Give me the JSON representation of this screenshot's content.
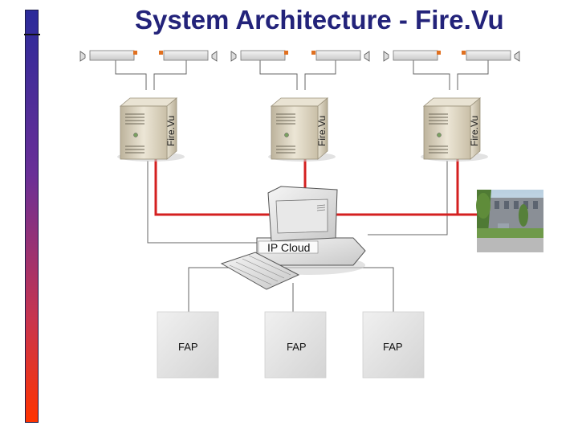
{
  "slide": {
    "title": "System Architecture - Fire.Vu",
    "colors": {
      "title": "#23237a",
      "network_line": "#d42020",
      "connector_line": "#666666",
      "server_case": "#d9cfb8",
      "fap_box": "#e6e6e6"
    }
  },
  "servers": [
    {
      "label": "Fire.Vu",
      "icon": "server-tower-icon"
    },
    {
      "label": "Fire.Vu",
      "icon": "server-tower-icon"
    },
    {
      "label": "Fire.Vu",
      "icon": "server-tower-icon"
    }
  ],
  "cameras": [
    {
      "icon": "cctv-camera-icon"
    },
    {
      "icon": "cctv-camera-icon"
    },
    {
      "icon": "cctv-camera-icon"
    },
    {
      "icon": "cctv-camera-icon"
    },
    {
      "icon": "cctv-camera-icon"
    },
    {
      "icon": "cctv-camera-icon"
    }
  ],
  "workstation": {
    "label": "IP Cloud",
    "icon": "desktop-computer-icon"
  },
  "faps": [
    {
      "label": "FAP"
    },
    {
      "label": "FAP"
    },
    {
      "label": "FAP"
    }
  ],
  "photo": {
    "icon": "building-photo-icon"
  }
}
